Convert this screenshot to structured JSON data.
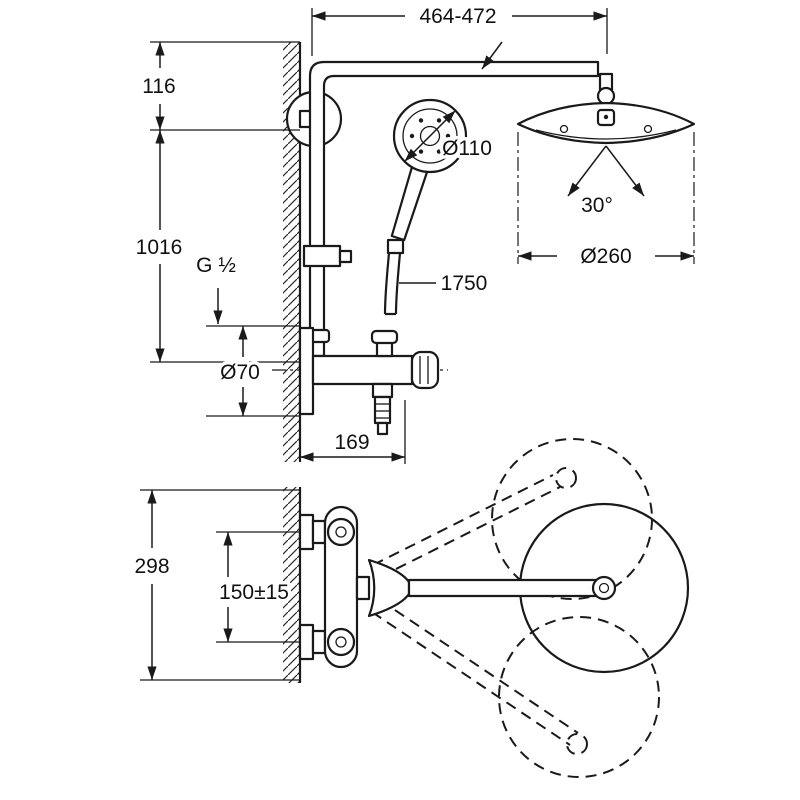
{
  "drawing": {
    "front_view": {
      "top_width": "464-472",
      "top_offset": "116",
      "column_height": "1016",
      "thread_size": "G ½",
      "escutcheon_diameter": "Ø70",
      "hand_shower_diameter": "Ø110",
      "hose_length": "1750",
      "spray_angle": "30°",
      "head_shower_diameter": "Ø260",
      "wall_depth": "169"
    },
    "plan_view": {
      "overall_depth": "298",
      "connection_spacing": "150±15"
    },
    "colors": {
      "line": "#1a1a1a",
      "background": "#ffffff"
    }
  }
}
